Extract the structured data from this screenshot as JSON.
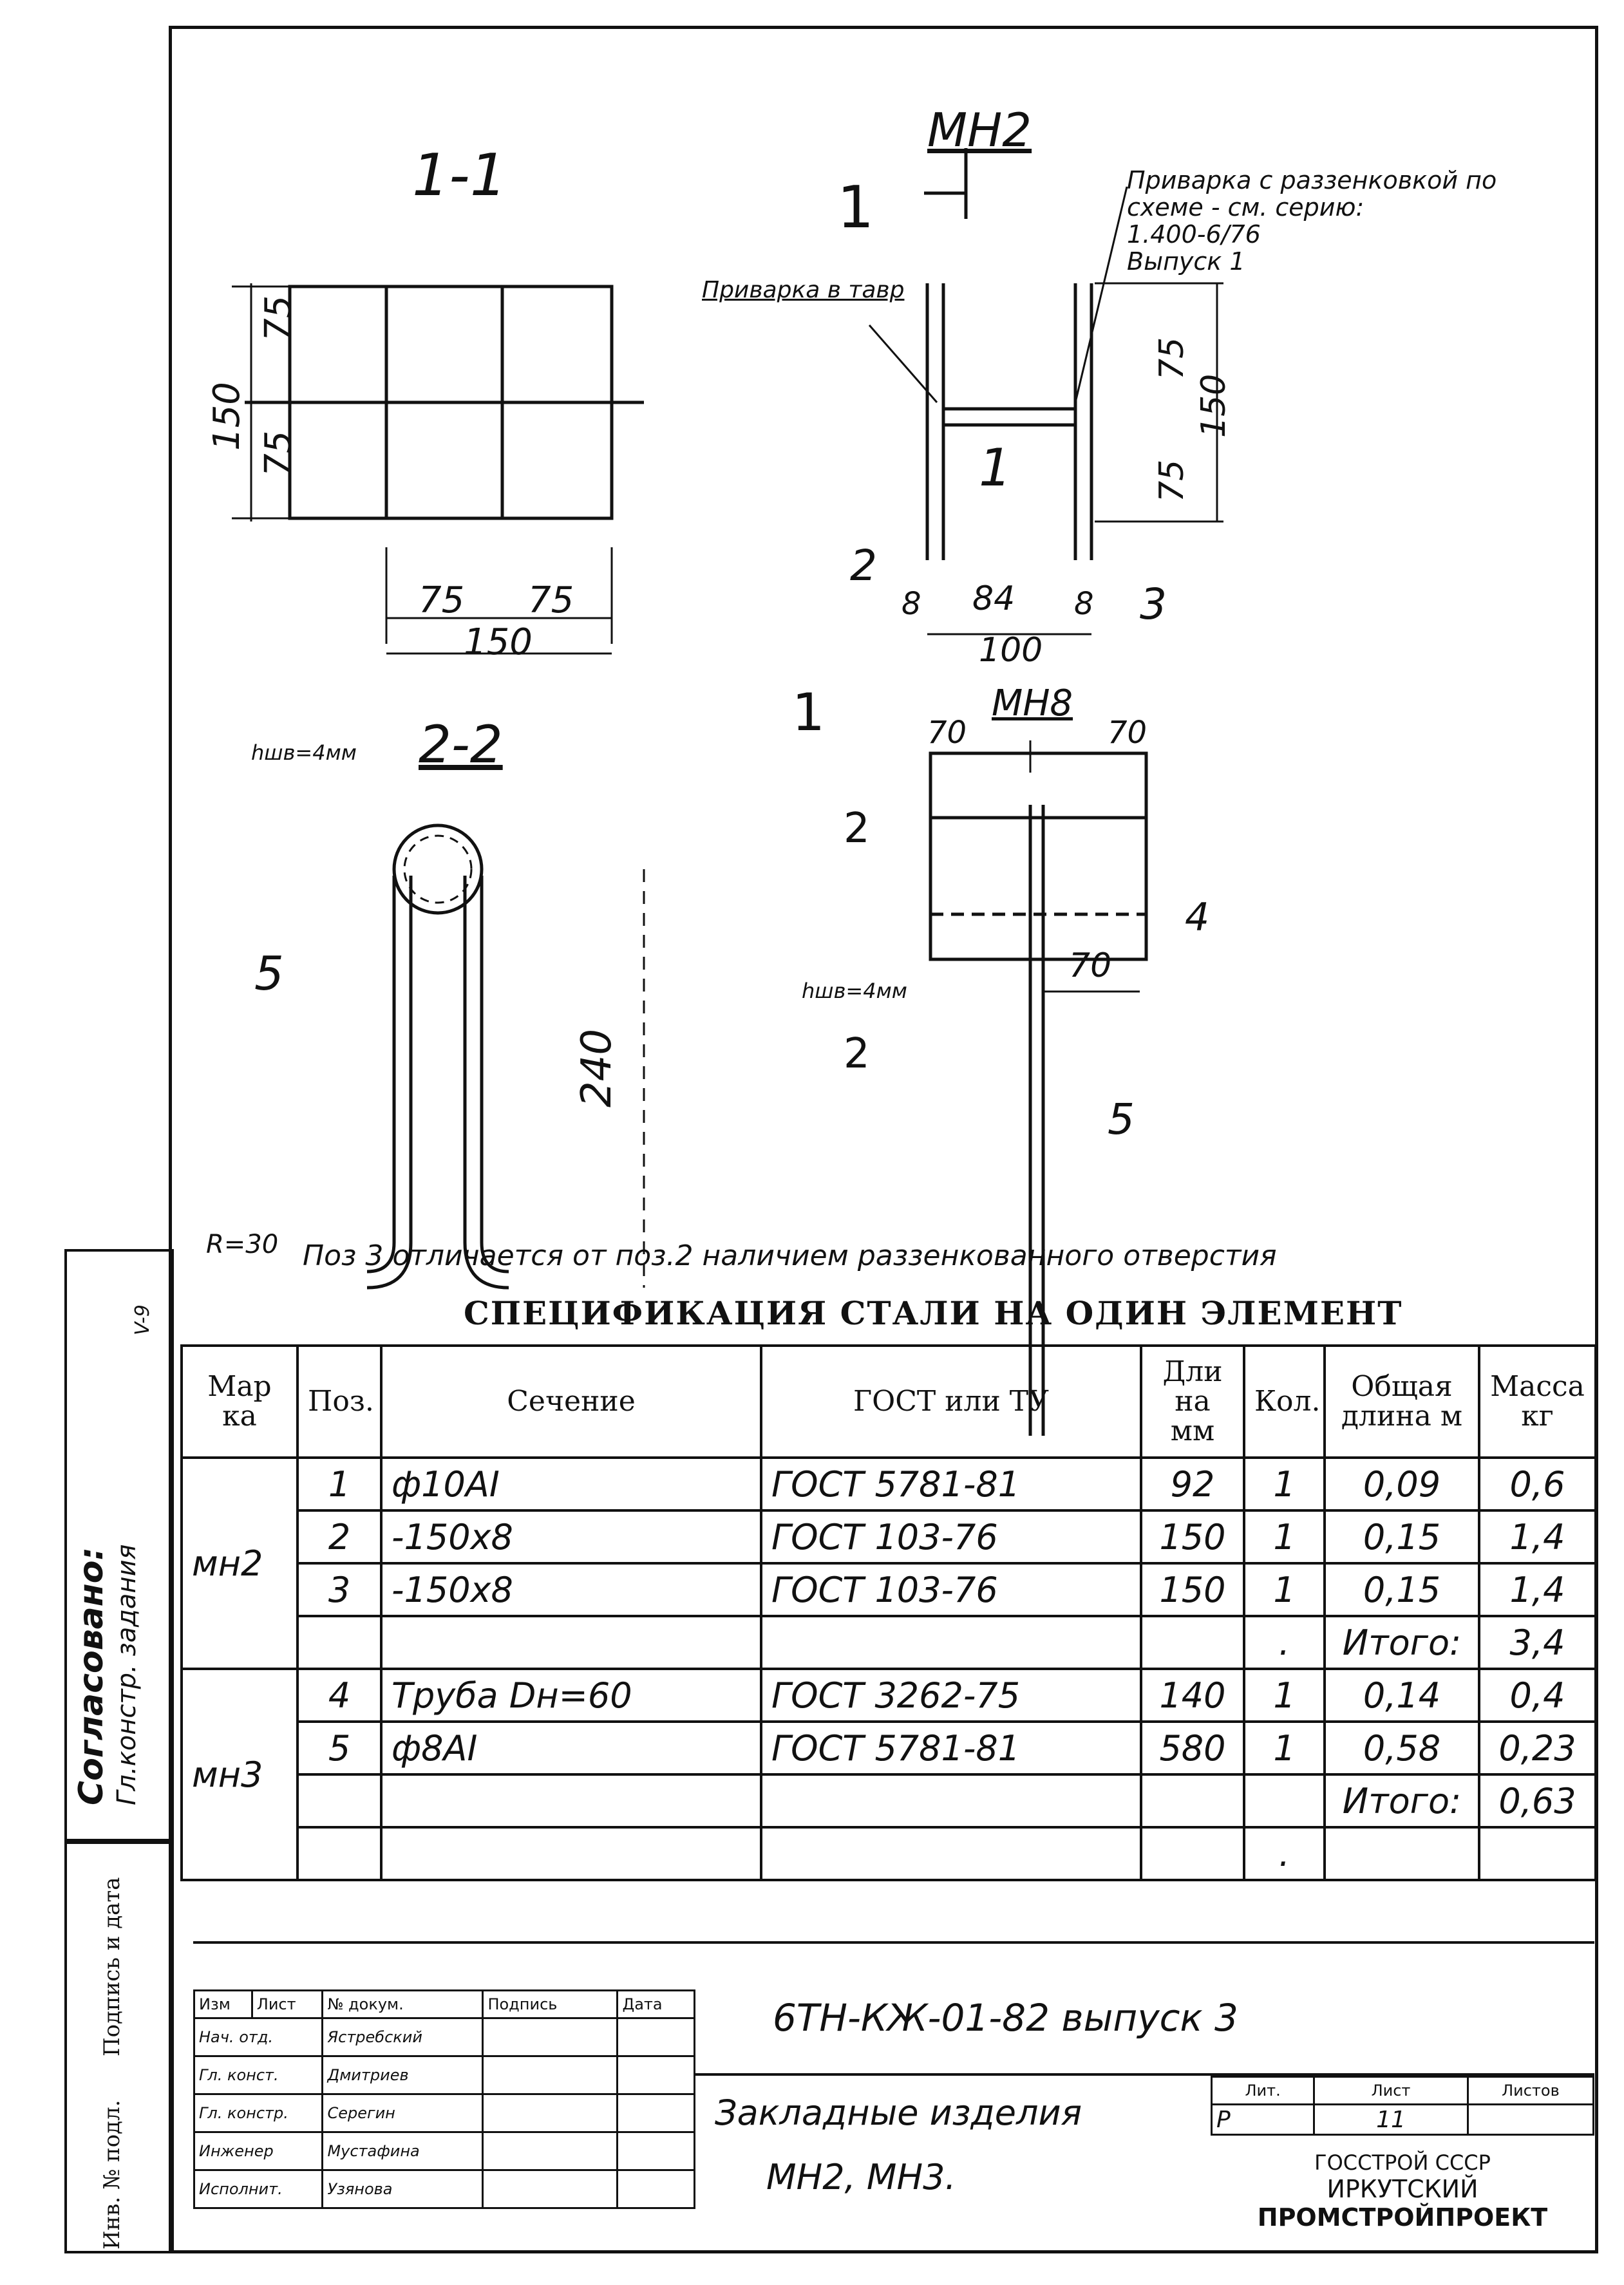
{
  "views": {
    "section_1_1": {
      "label": "1-1",
      "dims": [
        "75",
        "75",
        "150",
        "75",
        "75",
        "150"
      ]
    },
    "mn2": {
      "label": "МН2",
      "section_mark": "1",
      "weld_note": "Приварка в тавр",
      "weld_note_right": [
        "Приварка с раззенковкой по",
        "схеме - см. серию:",
        "1.400-6/76",
        "Выпуск 1"
      ],
      "dims": [
        "75",
        "75",
        "150",
        "8",
        "84",
        "8",
        "100"
      ],
      "pos_labels": [
        "1",
        "2",
        "3"
      ]
    },
    "section_2_2": {
      "label": "2-2",
      "weld": "hшв=4мм",
      "dims": [
        "240",
        "R=30"
      ],
      "pos_labels": [
        "5"
      ]
    },
    "mn3": {
      "label": "МН8",
      "marks": [
        "1",
        "2",
        "2"
      ],
      "dims": [
        "70",
        "70",
        "70"
      ],
      "weld": "hшв=4мм",
      "pos_labels": [
        "4",
        "5"
      ]
    }
  },
  "note": "Поз 3 отличается от поз.2 наличием раззенкованного отверстия",
  "spec": {
    "title": "СПЕЦИФИКАЦИЯ СТАЛИ НА ОДИН ЭЛЕМЕНТ",
    "headers": [
      "Мар ка",
      "Поз.",
      "Сечение",
      "ГОСТ или ТУ",
      "Дли на мм",
      "Кол.",
      "Общая длина м",
      "Масса кг"
    ],
    "groups": [
      {
        "mark": "мн2",
        "rows": [
          [
            "1",
            "ф10АI",
            "ГОСТ 5781-81",
            "92",
            "1",
            "0,09",
            "0,6"
          ],
          [
            "2",
            "-150х8",
            "ГОСТ 103-76",
            "150",
            "1",
            "0,15",
            "1,4"
          ],
          [
            "3",
            "-150х8",
            "ГОСТ 103-76",
            "150",
            "1",
            "0,15",
            "1,4"
          ],
          [
            "",
            "",
            "",
            "",
            ".",
            "Итого:",
            "3,4"
          ]
        ]
      },
      {
        "mark": "мн3",
        "rows": [
          [
            "4",
            "Труба Dн=60",
            "ГОСТ 3262-75",
            "140",
            "1",
            "0,14",
            "0,4"
          ],
          [
            "5",
            "ф8АI",
            "ГОСТ 5781-81",
            "580",
            "1",
            "0,58",
            "0,23"
          ],
          [
            "",
            "",
            "",
            "",
            "",
            "Итого:",
            "0,63"
          ],
          [
            "",
            "",
            "",
            "",
            ".",
            "",
            ""
          ]
        ]
      }
    ]
  },
  "side_stamp": {
    "agreed": "Согласовано:",
    "role": "Гл.констр. задания",
    "sig_date": "Подпись и дата",
    "inv": "Инв. № подл.",
    "page": "V-9"
  },
  "title_block": {
    "code": "6ТН-КЖ-01-82 выпуск 3",
    "name_line1": "Закладные изделия",
    "name_line2": "МН2, МН3.",
    "col_headers": [
      "Изм",
      "Лист",
      "№ докум.",
      "Подпись",
      "Дата"
    ],
    "people": [
      [
        "Нач. отд.",
        "Ястребский"
      ],
      [
        "Гл. конст.",
        "Дмитриев"
      ],
      [
        "Гл. констр.",
        "Серегин"
      ],
      [
        "Инженер",
        "Мустафина"
      ],
      [
        "Исполнит.",
        "Узянова"
      ]
    ],
    "stage_headers": [
      "Лит.",
      "Лист",
      "Листов"
    ],
    "stage": "Р",
    "sheet": "11",
    "org": [
      "ГОССТРОЙ СССР",
      "ИРКУТСКИЙ",
      "ПРОМСТРОЙПРОЕКТ"
    ]
  }
}
